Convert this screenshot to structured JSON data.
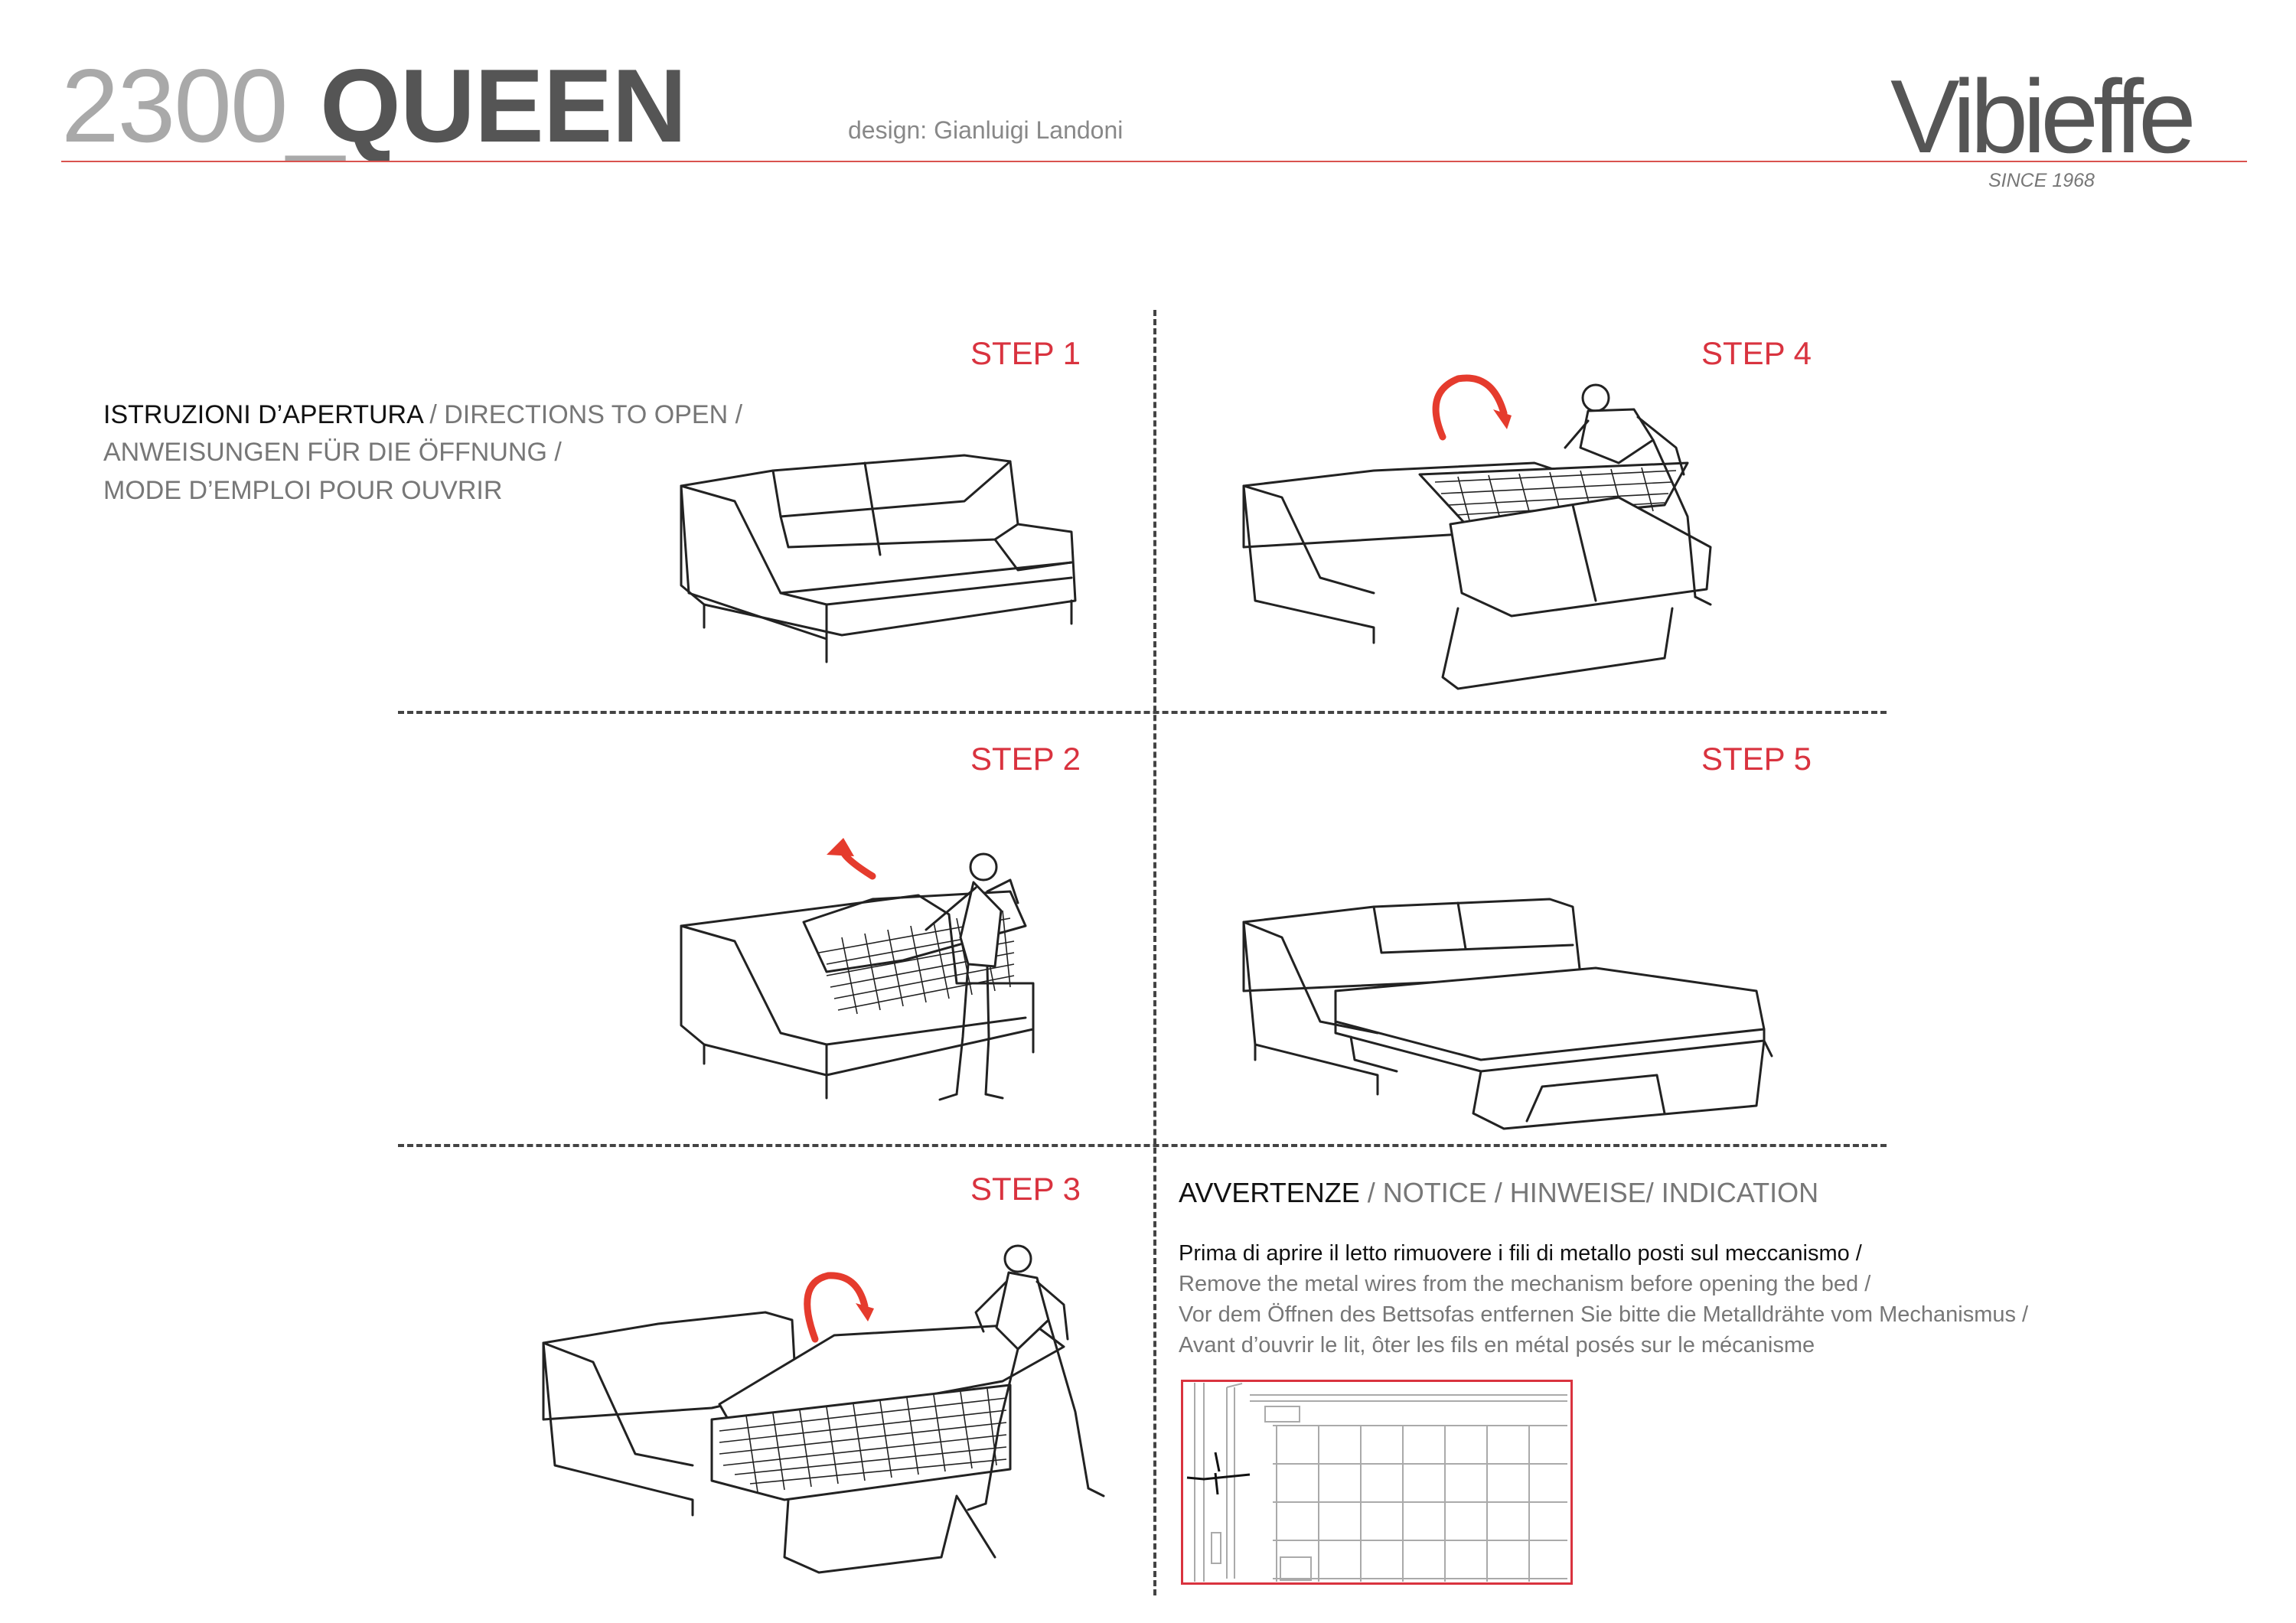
{
  "header": {
    "model_number": "2300_",
    "model_name": "QUEEN",
    "designer": "design: Gianluigi Landoni",
    "brand": "Vibieffe",
    "since": "SINCE 1968"
  },
  "steps": [
    "STEP 1",
    "STEP 2",
    "STEP 3",
    "STEP 4",
    "STEP 5"
  ],
  "directions": {
    "italian": "ISTRUZIONI D’APERTURA",
    "english": "DIRECTIONS TO OPEN /",
    "german": "ANWEISUNGEN FÜR DIE ÖFFNUNG /",
    "french": "MODE D’EMPLOI POUR OUVRIR"
  },
  "notice": {
    "title_it": "AVVERTENZE",
    "title_rest": "NOTICE / HINWEISE/ INDICATION",
    "line_it": "Prima di aprire il letto rimuovere i fili di metallo posti sul meccanismo /",
    "line_en": "Remove the metal wires from the mechanism before opening the bed /",
    "line_de": "Vor dem Öffnen des Bettsofas entfernen Sie bitte die Metalldrähte vom Mechanismus /",
    "line_fr": "Avant d’ouvrir le lit, ôter les fils en métal posés sur le mécanisme"
  },
  "colors": {
    "accent": "#d9333f",
    "arrow": "#e53b2d",
    "rule": "#d9534f",
    "text_dark": "#111111",
    "text_gray": "#777777"
  },
  "icons": [
    "rotate-arrow-icon",
    "lift-arrow-icon"
  ]
}
